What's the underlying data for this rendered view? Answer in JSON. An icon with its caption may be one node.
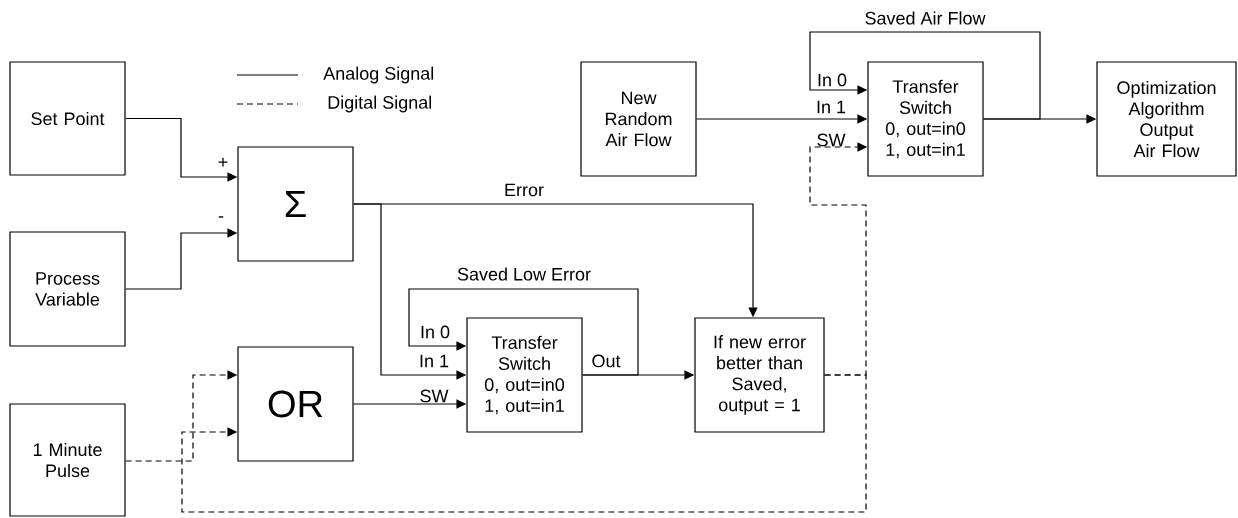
{
  "diagram": {
    "nodes": [
      {
        "text": [
          "Set Point"
        ]
      },
      {
        "text": [
          "Process Variable"
        ]
      },
      {
        "text": [
          "1 Minute Pulse"
        ]
      },
      {
        "text": [
          "Σ"
        ]
      },
      {
        "text": [
          "OR"
        ]
      },
      {
        "text": [
          "Transfer Switch",
          "0, out=in0 1, out=in1"
        ]
      },
      {
        "text": [
          "If new error better than Saved, output = 1"
        ]
      },
      {
        "text": [
          "New Random Air Flow"
        ]
      },
      {
        "text": [
          "Transfer Switch",
          "0, out=in0 1, out=in1"
        ]
      },
      {
        "text": [
          "Optimization Algorithm Output Air Flow"
        ]
      }
    ],
    "edges": [
      {
        "from": 0,
        "to": 3,
        "arrow": "to"
      },
      {
        "from": 1,
        "to": 3,
        "arrow": "to"
      },
      {
        "from": 3,
        "to": 6,
        "arrow": "to",
        "label": "Error"
      },
      {
        "from": 3,
        "to": 5,
        "arrow": "to"
      },
      {
        "from": 5,
        "to": 6,
        "arrow": "to"
      },
      {
        "from": 5,
        "to": 5,
        "arrow": "to",
        "label": "Saved Low Error"
      },
      {
        "from": 4,
        "to": 5,
        "arrow": "to"
      },
      {
        "from": 2,
        "to": 4,
        "arrow": "to",
        "style": "dashed"
      },
      {
        "from": 6,
        "to": 4,
        "arrow": "to",
        "style": "dashed"
      },
      {
        "from": 6,
        "to": 8,
        "arrow": "to",
        "style": "dashed"
      },
      {
        "from": 7,
        "to": 8,
        "arrow": "to"
      },
      {
        "from": 8,
        "to": 8,
        "arrow": "to",
        "label": "Saved Air Flow"
      },
      {
        "from": 8,
        "to": 9,
        "arrow": "to"
      }
    ],
    "labels": [
      "+",
      "-",
      "In 0",
      "In 1",
      "SW",
      "Out",
      "In 0",
      "In 1",
      "SW"
    ],
    "legend": [
      {
        "text": "Analog Signal"
      },
      {
        "text": "Digital Signal"
      }
    ]
  }
}
